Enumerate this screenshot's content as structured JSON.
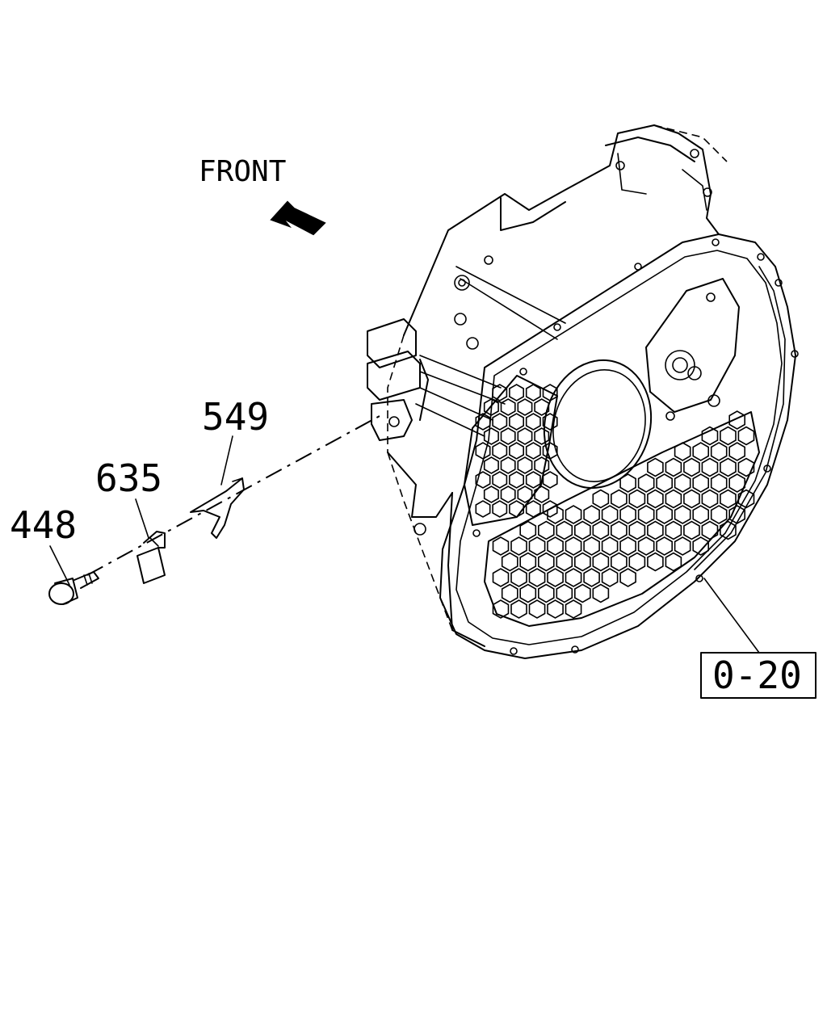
{
  "orientation": {
    "text": "FRONT",
    "arrow_icon": "front-arrow-icon"
  },
  "callouts": {
    "part_549": "549",
    "part_635": "635",
    "part_448": "448",
    "ref_0_20": "0-20"
  },
  "colors": {
    "line": "#000000",
    "background": "#ffffff"
  }
}
